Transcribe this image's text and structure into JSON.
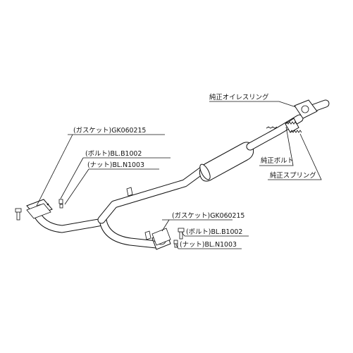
{
  "labels": {
    "oil_ring": "純正オイレスリング",
    "bolt_oem": "純正ボルト",
    "spring_oem": "純正スプリング",
    "gasket_left": "(ガスケット)GK060215",
    "bolt_left": "(ボルト)BL.B1002",
    "nut_left": "(ナット)BL.N1003",
    "gasket_right": "(ガスケット)GK060215",
    "bolt_right": "(ボルト)BL.B1002",
    "nut_right": "(ナット)BL.N1003"
  }
}
